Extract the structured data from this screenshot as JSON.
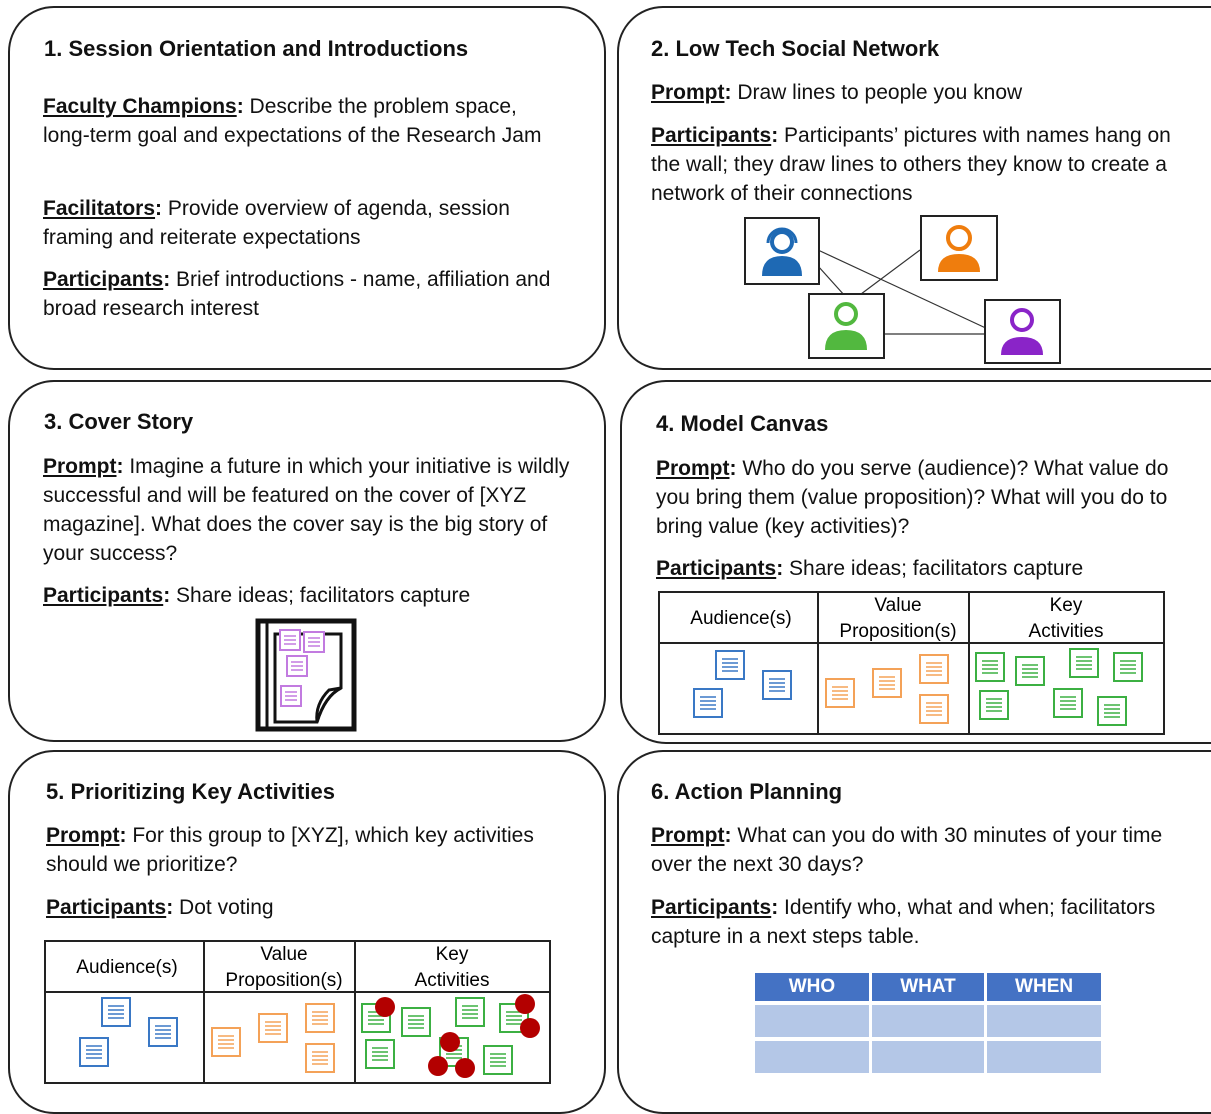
{
  "colors": {
    "blue": "#3a78c5",
    "orange": "#f4a258",
    "green": "#3cb043",
    "purple": "#c27be0",
    "red_dot": "#b30000",
    "table_header": "#4472c4",
    "table_cell": "#b4c7e7",
    "person_blue": "#1e69b4",
    "person_orange": "#ef7d0d",
    "person_green": "#52b83f",
    "person_purple": "#8a24c8"
  },
  "cards": [
    {
      "title": "1. Session Orientation and Introductions",
      "paras": [
        {
          "label": "Faculty Champions",
          "text": " Describe the problem space, long-term goal and expectations of the Research Jam"
        },
        {
          "label": "Facilitators",
          "text": " Provide overview of agenda, session framing and reiterate expectations"
        },
        {
          "label": "Participants",
          "text": " Brief introductions - name, affiliation and broad research interest"
        }
      ]
    },
    {
      "title": "2. Low Tech Social Network",
      "paras": [
        {
          "label": "Prompt",
          "text": " Draw lines to people you know"
        },
        {
          "label": "Participants",
          "text": " Participants’ pictures with names hang on the wall; they draw lines to others they know to create a network of their connections"
        }
      ],
      "icons": [
        "person-headset-icon",
        "person-icon",
        "person-icon",
        "person-icon"
      ]
    },
    {
      "title": "3. Cover Story",
      "paras": [
        {
          "label": "Prompt",
          "text": " Imagine a future in which your initiative is wildly successful and will be featured on the cover of [XYZ magazine]. What does the cover say is the big story of your success?"
        },
        {
          "label": "Participants",
          "text": " Share ideas; facilitators capture"
        }
      ],
      "icon": "magazine-icon"
    },
    {
      "title": "4. Model Canvas",
      "paras": [
        {
          "label": "Prompt",
          "text": " Who do you serve (audience)? What value do you bring them (value proposition)? What will you do to bring value (key activities)?"
        },
        {
          "label": "Participants",
          "text": " Share ideas; facilitators capture"
        }
      ],
      "canvas": {
        "col1": "Audience(s)",
        "col2a": "Value",
        "col2b": "Proposition(s)",
        "col3a": "Key",
        "col3b": "Activities"
      }
    },
    {
      "title": "5. Prioritizing Key Activities",
      "paras": [
        {
          "label": "Prompt",
          "text": " For this group to [XYZ], which key activities should we prioritize?"
        },
        {
          "label": "Participants",
          "text": " Dot voting"
        }
      ],
      "canvas": {
        "col1": "Audience(s)",
        "col2a": "Value",
        "col2b": "Proposition(s)",
        "col3a": "Key",
        "col3b": "Activities"
      }
    },
    {
      "title": "6. Action Planning",
      "paras": [
        {
          "label": "Prompt",
          "text": " What can you do with 30 minutes of your time over the next 30 days?"
        },
        {
          "label": "Participants",
          "text": " Identify who, what and when; facilitators capture in a next steps table."
        }
      ],
      "table_headers": [
        "WHO",
        "WHAT",
        "WHEN"
      ]
    }
  ]
}
